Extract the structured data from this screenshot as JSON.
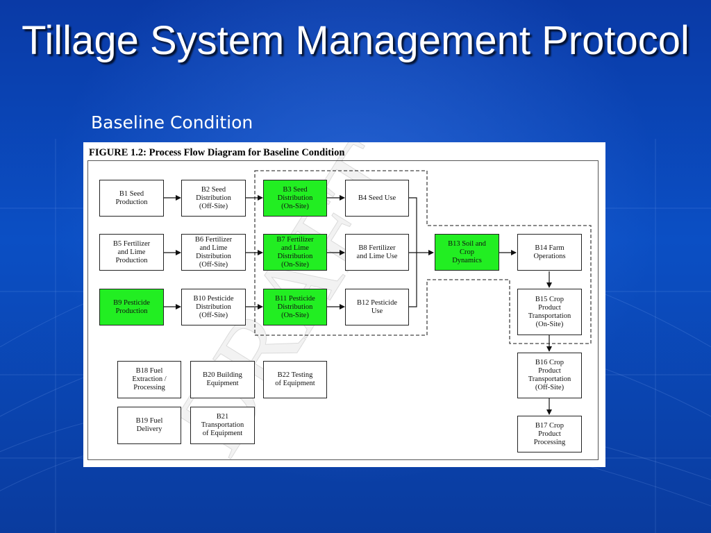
{
  "slide": {
    "title": "Tillage System Management Protocol",
    "subtitle": "Baseline Condition"
  },
  "figure": {
    "caption": "FIGURE 1.2: Process Flow Diagram for Baseline Condition",
    "watermark": "DRAFT"
  },
  "colors": {
    "highlight": "#22ee22",
    "background": "#0b4fc4"
  },
  "nodes": {
    "b1": "B1 Seed\nProduction",
    "b2": "B2 Seed\nDistribution\n(Off-Site)",
    "b3": "B3 Seed\nDistribution\n(On-Site)",
    "b4": "B4 Seed Use",
    "b5": "B5 Fertilizer\nand Lime\nProduction",
    "b6": "B6 Fertilizer\nand Lime\nDistribution\n(Off-Site)",
    "b7": "B7 Fertilizer\nand Lime\nDistribution\n(On-Site)",
    "b8": "B8 Fertilizer\nand Lime Use",
    "b9": "B9 Pesticide\nProduction",
    "b10": "B10 Pesticide\nDistribution\n(Off-Site)",
    "b11": "B11 Pesticide\nDistribution\n(On-Site)",
    "b12": "B12 Pesticide\nUse",
    "b13": "B13 Soil and\nCrop\nDynamics",
    "b14": "B14 Farm\nOperations",
    "b15": "B15 Crop\nProduct\nTransportation\n(On-Site)",
    "b16": "B16 Crop\nProduct\nTransportation\n(Off-Site)",
    "b17": "B17 Crop\nProduct\nProcessing",
    "b18": "B18 Fuel\nExtraction /\nProcessing",
    "b19": "B19 Fuel\nDelivery",
    "b20": "B20 Building\nEquipment",
    "b21": "B21\nTransportation\nof Equipment",
    "b22": "B22 Testing\nof Equipment"
  }
}
